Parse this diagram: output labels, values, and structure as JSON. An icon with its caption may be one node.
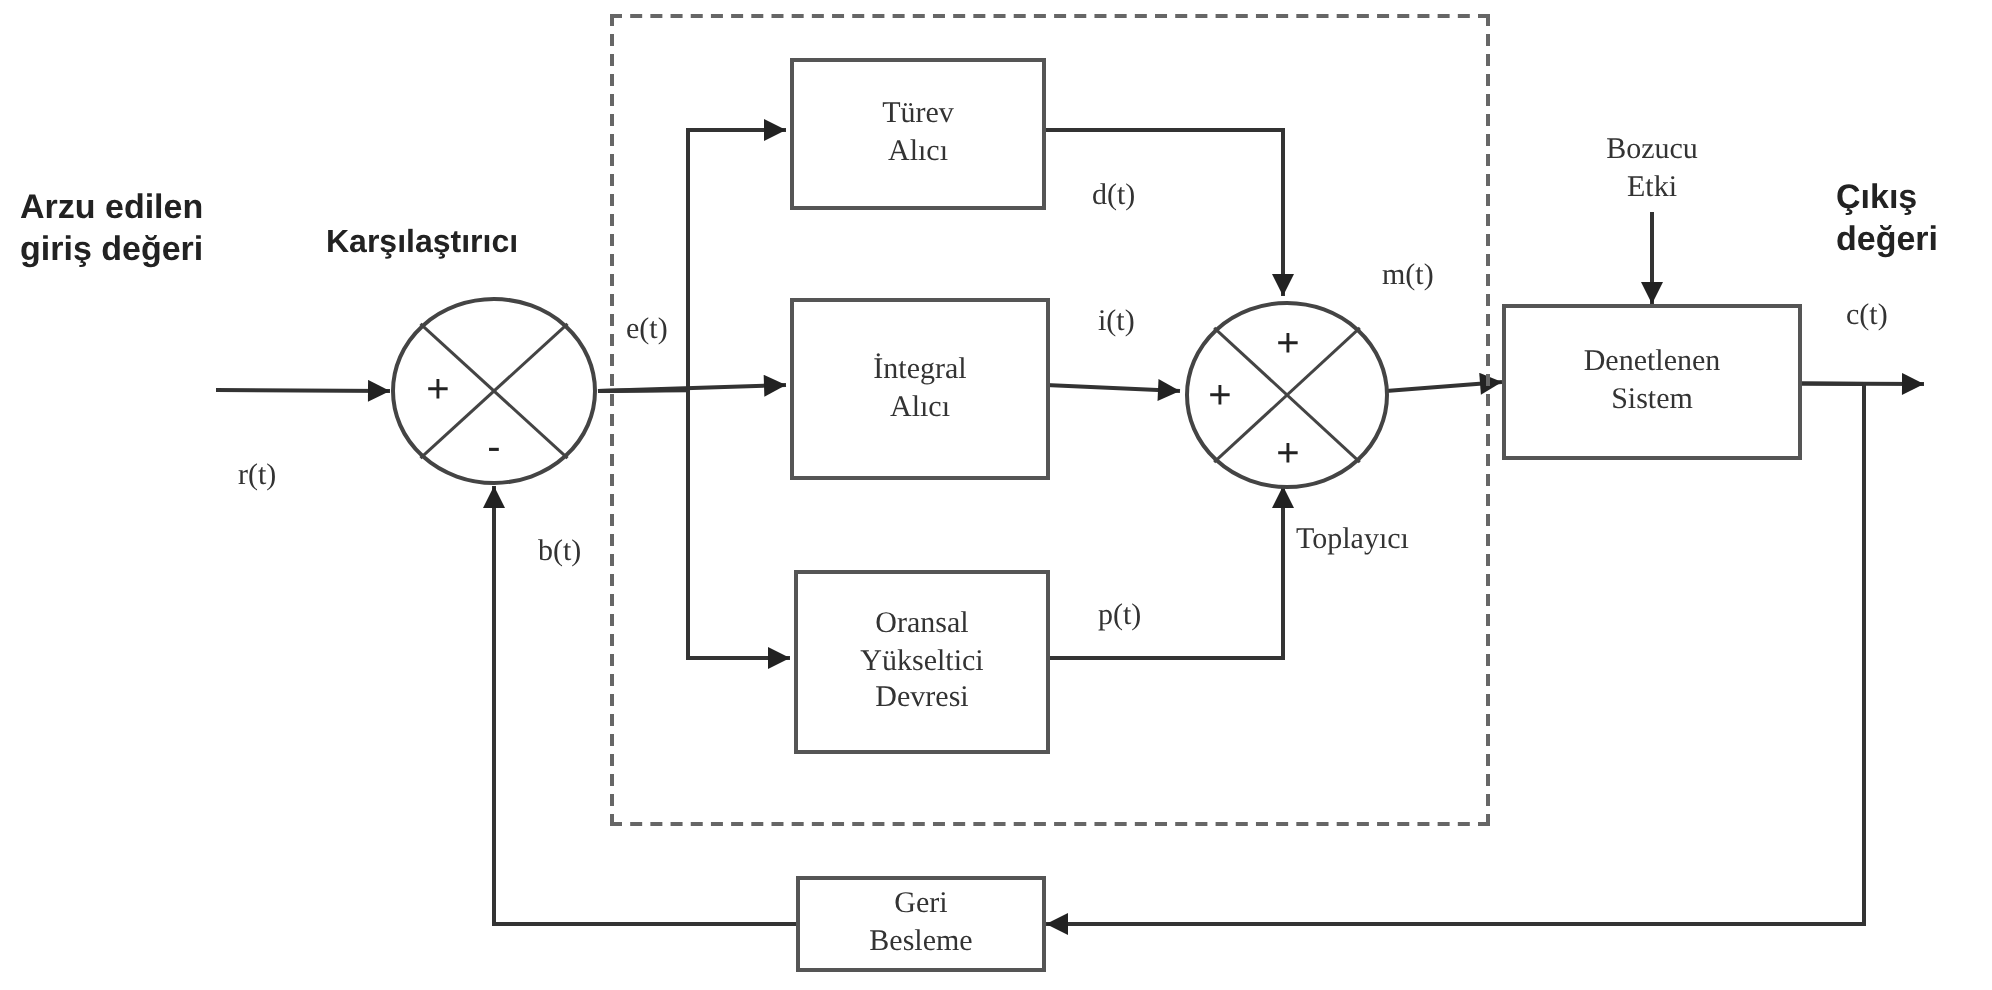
{
  "diagram": {
    "nodes": [
      {
        "text": [],
        "shape": "box"
      },
      {
        "text": [
          "+",
          "-"
        ],
        "beside": [
          "Karşılaştırıcı"
        ]
      },
      {
        "text": [
          "Türev Alıcı"
        ],
        "in": 0
      },
      {
        "text": [
          "İntegral Alıcı"
        ],
        "in": 0
      },
      {
        "text": [
          "Oransal Yükseltici Devresi"
        ],
        "in": 0
      },
      {
        "text": [
          "+",
          "+",
          "+"
        ],
        "beside": [
          "Toplayıcı"
        ],
        "in": 0
      },
      {
        "text": [
          "Denetlenen Sistem"
        ]
      },
      {
        "text": [
          "Geri Besleme"
        ]
      },
      {
        "text": [
          "Bozucu Etki"
        ]
      }
    ],
    "edges": [
      {
        "from": null,
        "to": 1,
        "arrow": "to",
        "label": "r(t)"
      },
      {
        "from": 1,
        "to": 2,
        "arrow": "to"
      },
      {
        "from": 1,
        "to": 3,
        "arrow": "to",
        "label": "e(t)"
      },
      {
        "from": 1,
        "to": 4,
        "arrow": "to"
      },
      {
        "from": 2,
        "to": 5,
        "arrow": "to",
        "label": "d(t)"
      },
      {
        "from": 3,
        "to": 5,
        "arrow": "to",
        "label": "i(t)"
      },
      {
        "from": 4,
        "to": 5,
        "arrow": "to",
        "label": "p(t)"
      },
      {
        "from": 5,
        "to": 6,
        "arrow": "to",
        "label": "m(t)"
      },
      {
        "from": 8,
        "to": 6,
        "arrow": "to"
      },
      {
        "from": 6,
        "to": null,
        "arrow": "to",
        "label": "c(t)"
      },
      {
        "from": 6,
        "to": 7,
        "arrow": "to"
      },
      {
        "from": 7,
        "to": 1,
        "arrow": "to",
        "label": "b(t)"
      }
    ],
    "labels": [
      "Arzu edilen giriş değeri",
      "Çıkış değeri"
    ]
  }
}
